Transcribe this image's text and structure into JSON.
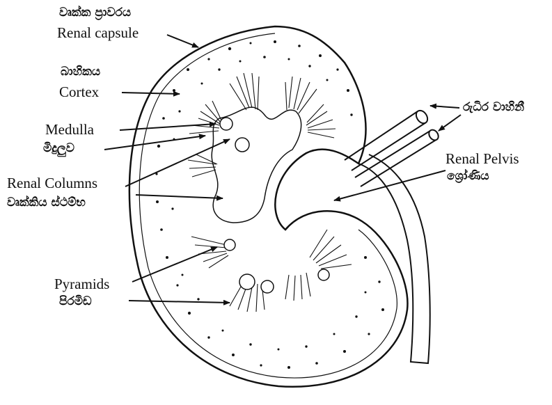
{
  "labels": {
    "capsule_si": "වෘක්ක ප්‍රාවරය",
    "capsule_en": "Renal capsule",
    "cortex_si": "බාහිකය",
    "cortex_en": "Cortex",
    "medulla_en": "Medulla",
    "medulla_si": "මිදුලුව",
    "columns_en": "Renal Columns",
    "columns_si": "වෘක්කිය ස්ථම්භ",
    "vessels_si": "රුධිර වාහිනී",
    "pelvis_en": "Renal Pelvis",
    "pelvis_si": "ශ්‍රෝණිය",
    "pyramids_en": "Pyramids",
    "pyramids_si": "පිරමිඩ"
  },
  "colors": {
    "ink": "#111111",
    "paper": "#ffffff"
  }
}
